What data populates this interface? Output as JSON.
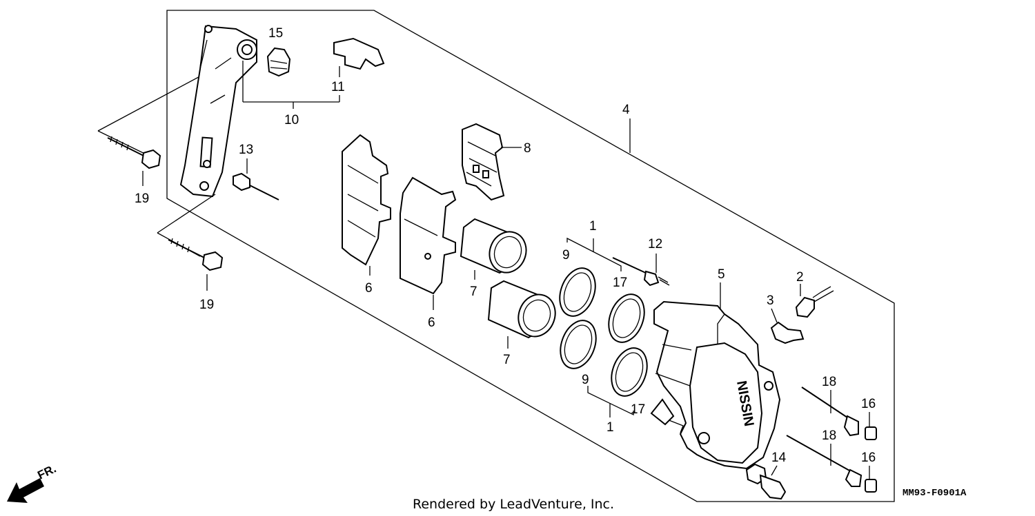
{
  "diagram": {
    "part_labels": [
      {
        "id": "l1a",
        "text": "1"
      },
      {
        "id": "l1b",
        "text": "1"
      },
      {
        "id": "l2",
        "text": "2"
      },
      {
        "id": "l3",
        "text": "3"
      },
      {
        "id": "l4",
        "text": "4"
      },
      {
        "id": "l5",
        "text": "5"
      },
      {
        "id": "l6a",
        "text": "6"
      },
      {
        "id": "l6b",
        "text": "6"
      },
      {
        "id": "l7a",
        "text": "7"
      },
      {
        "id": "l7b",
        "text": "7"
      },
      {
        "id": "l8",
        "text": "8"
      },
      {
        "id": "l9a",
        "text": "9"
      },
      {
        "id": "l9b",
        "text": "9"
      },
      {
        "id": "l10",
        "text": "10"
      },
      {
        "id": "l11",
        "text": "11"
      },
      {
        "id": "l12",
        "text": "12"
      },
      {
        "id": "l13",
        "text": "13"
      },
      {
        "id": "l14",
        "text": "14"
      },
      {
        "id": "l15",
        "text": "15"
      },
      {
        "id": "l16a",
        "text": "16"
      },
      {
        "id": "l16b",
        "text": "16"
      },
      {
        "id": "l17a",
        "text": "17"
      },
      {
        "id": "l17b",
        "text": "17"
      },
      {
        "id": "l18a",
        "text": "18"
      },
      {
        "id": "l18b",
        "text": "18"
      },
      {
        "id": "l19a",
        "text": "19"
      },
      {
        "id": "l19b",
        "text": "19"
      }
    ],
    "caliper_brand": "NISSIN",
    "direction_label": "FR.",
    "diagram_code": "MM93-F0901A",
    "credit": "Rendered by LeadVenture, Inc."
  }
}
